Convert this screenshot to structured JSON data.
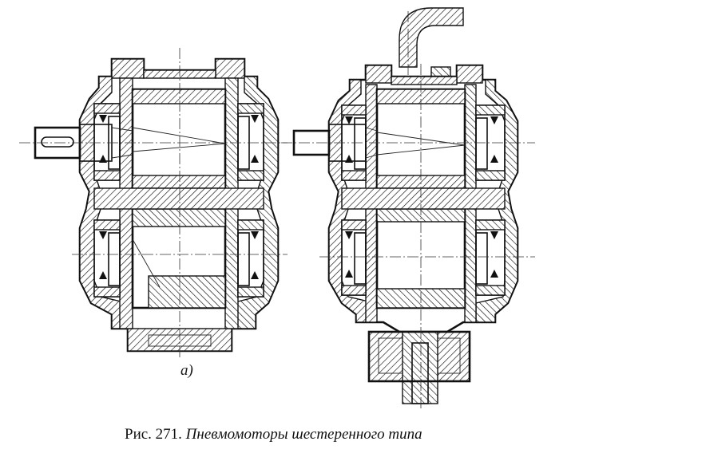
{
  "figure": {
    "subfigure_label": "a)",
    "caption": {
      "number": "Рис. 271.",
      "title": "Пневмомоторы шестеренного типа"
    }
  }
}
